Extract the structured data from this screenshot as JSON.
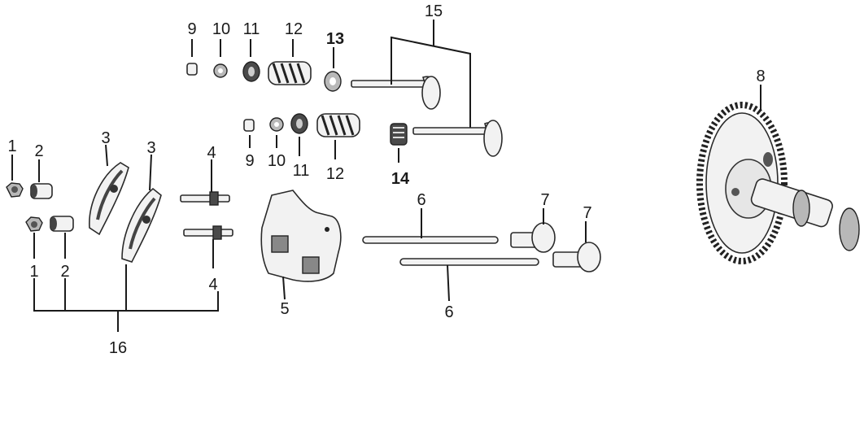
{
  "diagram": {
    "labels": {
      "l1a": "1",
      "l2a": "2",
      "l3a": "3",
      "l3b": "3",
      "l4a": "4",
      "l1b": "1",
      "l2b": "2",
      "l4b": "4",
      "l16": "16",
      "l9a": "9",
      "l10a": "10",
      "l11a": "11",
      "l12a": "12",
      "l13": "13",
      "l15": "15",
      "l9b": "9",
      "l10b": "10",
      "l11b": "11",
      "l12b": "12",
      "l14": "14",
      "l5": "5",
      "l6a": "6",
      "l6b": "6",
      "l7a": "7",
      "l7b": "7",
      "l8": "8"
    }
  }
}
